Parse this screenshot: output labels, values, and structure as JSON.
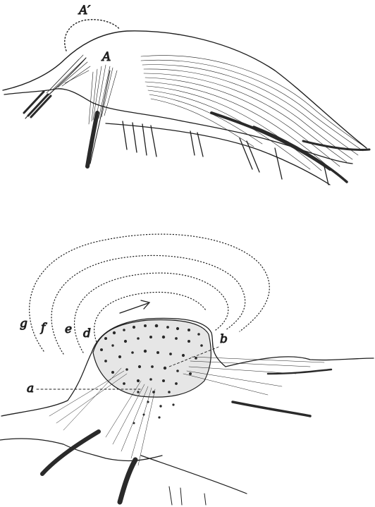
{
  "figure_top": {
    "labels": {
      "A_prime": "A′",
      "A": "A"
    }
  },
  "figure_bottom": {
    "labels": {
      "g": "g",
      "f": "f",
      "e": "e",
      "d": "d",
      "b": "b",
      "a": "a"
    }
  },
  "colors": {
    "ink": "#1e1e1e",
    "paper": "#ffffff",
    "stipple": "#2a2a2a"
  }
}
